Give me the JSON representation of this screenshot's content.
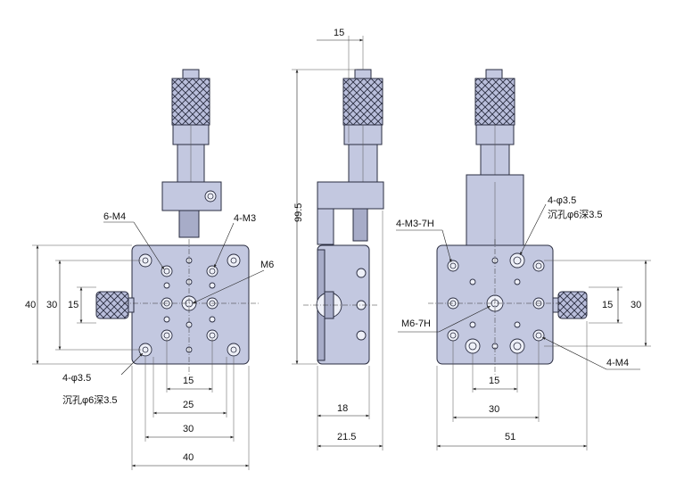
{
  "front_view": {
    "dim_15": "15",
    "dim_25": "25",
    "dim_30": "30",
    "dim_40_bottom": "40",
    "dim_40_left": "40",
    "dim_30_left": "30",
    "dim_15_left": "15",
    "label_6m4": "6-M4",
    "label_4m3": "4-M3",
    "label_m6": "M6",
    "label_4phi": "4-φ3.5",
    "label_counterbore": "沉孔φ6深3.5"
  },
  "side_view": {
    "dim_15_top": "15",
    "dim_99_5": "99.5",
    "dim_18": "18",
    "dim_21_5": "21.5"
  },
  "back_view": {
    "label_4m3_7h": "4-M3-7H",
    "label_m6_7h": "M6-7H",
    "label_4phi": "4-φ3.5",
    "label_counterbore": "沉孔φ6深3.5",
    "label_4m4": "4-M4",
    "dim_15": "15",
    "dim_30": "30",
    "dim_51": "51",
    "dim_15_right": "15",
    "dim_30_right": "30"
  }
}
